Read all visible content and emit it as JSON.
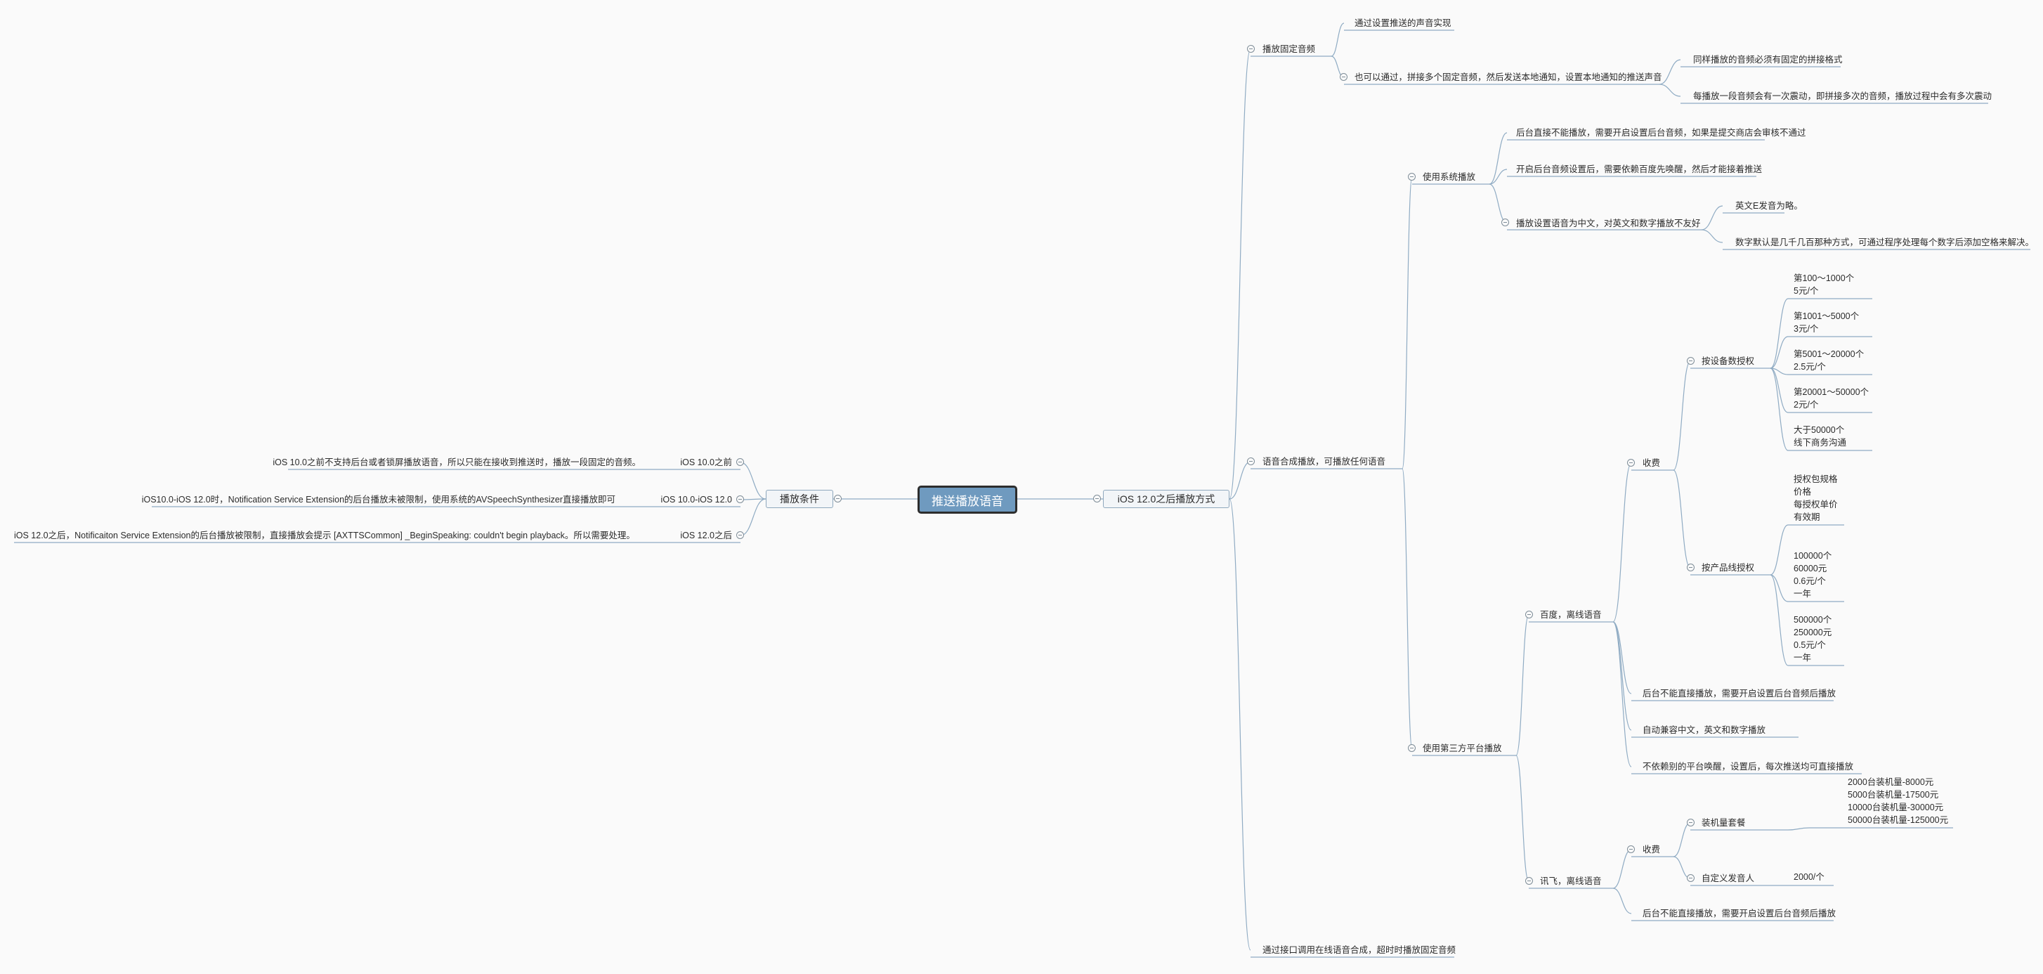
{
  "root": "推送播放语音",
  "left": {
    "title": "播放条件",
    "items": [
      {
        "label": "iOS 10.0之前",
        "detail": "iOS 10.0之前不支持后台或者锁屏播放语音，所以只能在接收到推送时，播放一段固定的音频。"
      },
      {
        "label": "iOS 10.0-iOS 12.0",
        "detail": "iOS10.0-iOS 12.0时，Notification Service Extension的后台播放未被限制，使用系统的AVSpeechSynthesizer直接播放即可"
      },
      {
        "label": "iOS 12.0之后",
        "detail": "iOS 12.0之后，Notificaiton Service Extension的后台播放被限制，直接播放会提示 [AXTTSCommon] _BeginSpeaking: couldn't begin playback。所以需要处理。"
      }
    ]
  },
  "right": {
    "title": "iOS 12.0之后播放方式",
    "fixed_audio": {
      "label": "播放固定音频",
      "sound": "通过设置推送的声音实现",
      "concat": "也可以通过，拼接多个固定音频，然后发送本地通知，设置本地通知的推送声音",
      "concat_notes": [
        "同样播放的音频必须有固定的拼接格式",
        "每播放一段音频会有一次震动，即拼接多次的音频，播放过程中会有多次震动"
      ]
    },
    "tts": {
      "label": "语音合成播放，可播放任何语音",
      "system": {
        "label": "使用系统播放",
        "notes": [
          "后台直接不能播放，需要开启设置后台音频，如果是提交商店会审核不通过",
          "开启后台音频设置后，需要依赖百度先唤醒，然后才能接着推送"
        ],
        "lang": {
          "label": "播放设置语音为中文，对英文和数字播放不友好",
          "notes": [
            "英文E发音为略。",
            "数字默认是几千几百那种方式，可通过程序处理每个数字后添加空格来解决。"
          ]
        }
      },
      "third": {
        "label": "使用第三方平台播放",
        "baidu": {
          "label": "百度，离线语音",
          "fee": "收费",
          "device": {
            "label": "按设备数授权",
            "tiers": [
              "第100～1000个\n5元/个",
              "第1001～5000个\n3元/个",
              "第5001～20000个\n2.5元/个",
              "第20001～50000个\n2元/个",
              "大于50000个\n线下商务沟通"
            ]
          },
          "product": {
            "label": "按产品线授权",
            "tiers": [
              "授权包规格\n价格\n每授权单价\n有效期",
              "100000个\n60000元\n0.6元/个\n一年",
              "500000个\n250000元\n0.5元/个\n一年"
            ]
          },
          "notes": [
            "后台不能直接播放，需要开启设置后台音频后播放",
            "自动兼容中文，英文和数字播放",
            "不依赖别的平台唤醒，设置后，每次推送均可直接播放"
          ]
        },
        "xunfei": {
          "label": "讯飞，离线语音",
          "fee": "收费",
          "install": {
            "label": "装机量套餐",
            "value": "2000台装机量-8000元\n5000台装机量-17500元\n10000台装机量-30000元\n50000台装机量-125000元"
          },
          "speaker": {
            "label": "自定义发音人",
            "value": "2000/个"
          },
          "note": "后台不能直接播放，需要开启设置后台音频后播放"
        }
      }
    },
    "online": "通过接口调用在线语音合成，超时时播放固定音频"
  },
  "colors": {
    "edge": "#8fabc3",
    "root_fill": "#6f9abf",
    "root_border": "#2d2d2d"
  }
}
